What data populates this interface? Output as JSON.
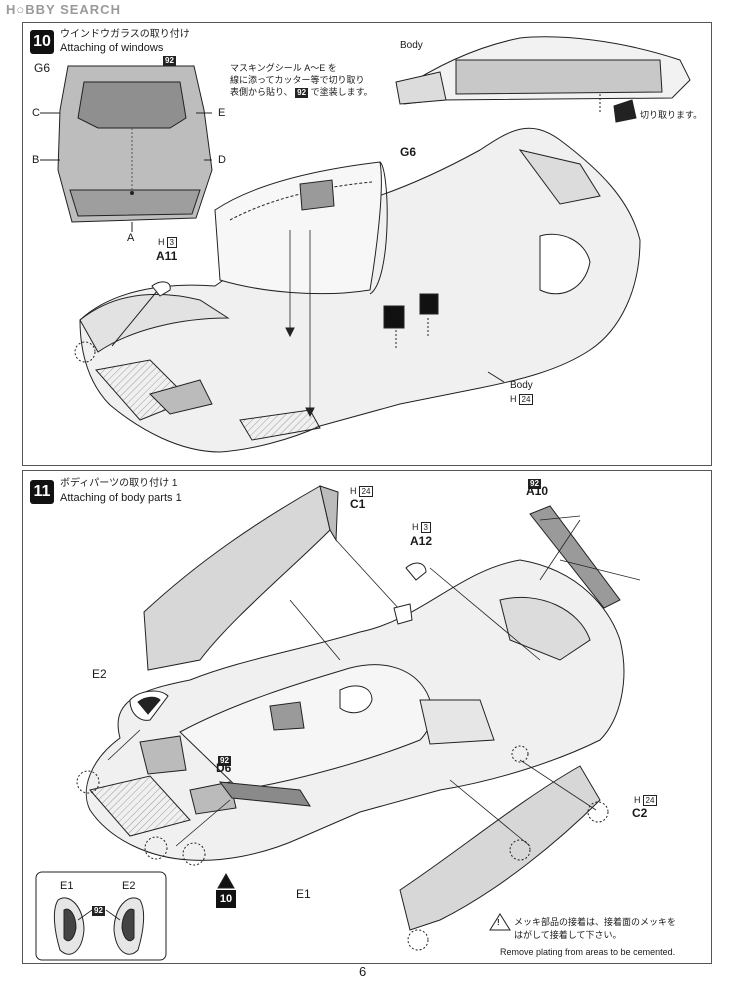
{
  "watermark": "H○BBY SEARCH",
  "page_number": "6",
  "step10": {
    "number": "10",
    "title_jp": "ウインドウガラスの取り付け",
    "title_en": "Attaching of windows",
    "window_part": "G6",
    "window_paint": "92",
    "window_labels": {
      "c": "C",
      "e": "E",
      "b": "B",
      "d": "D",
      "a": "A"
    },
    "mask_note_line1": "マスキングシール A～E を",
    "mask_note_line2": "線に添ってカッター等で切り取り",
    "mask_note_line3_a": "表側から貼り、",
    "mask_note_paint": "92",
    "mask_note_line3_b": "で塗装します。",
    "inset_body_label": "Body",
    "cut_note": "切り取ります。",
    "g6_label": "G6",
    "a11_runner": "H",
    "a11_runner_num": "3",
    "a11_label": "A11",
    "body_label": "Body",
    "body_runner": "H",
    "body_runner_num": "24"
  },
  "step11": {
    "number": "11",
    "title_jp": "ボディパーツの取り付け 1",
    "title_en": "Attaching of body parts 1",
    "c1_runner": "H",
    "c1_runner_num": "24",
    "c1_label": "C1",
    "a12_runner": "H",
    "a12_runner_num": "3",
    "a12_label": "A12",
    "a10_paint": "92",
    "a10_label": "A10",
    "e2_label": "E2",
    "d6_paint": "92",
    "d6_label": "D6",
    "c2_runner": "H",
    "c2_runner_num": "24",
    "c2_label": "C2",
    "e1_label": "E1",
    "step_ref": "10",
    "inset_e1": "E1",
    "inset_e2": "E2",
    "inset_paint": "92",
    "plating_note_jp_1": "メッキ部品の接着は、接着面のメッキを",
    "plating_note_jp_2": "はがして接着して下さい。",
    "plating_note_en": "Remove plating from areas to be cemented."
  }
}
